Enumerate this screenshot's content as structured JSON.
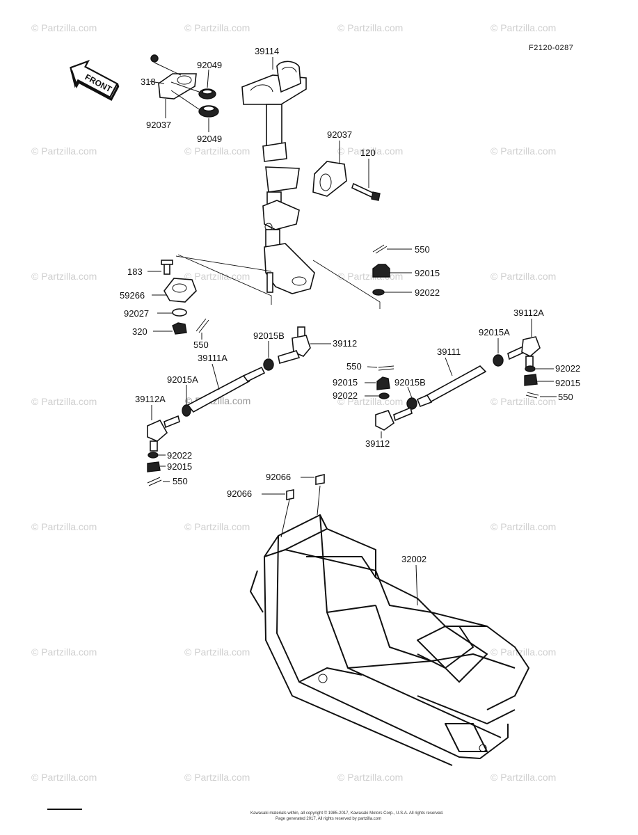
{
  "diagram_code": "F2120-0287",
  "front_label": "FRONT",
  "watermark": "© Partzilla.com",
  "watermark_inline": "© Partzilla.com",
  "parts": {
    "p39114": "39114",
    "p318": "318",
    "p92049a": "92049",
    "p92049b": "92049",
    "p92037a": "92037",
    "p92037b": "92037",
    "p120": "120",
    "p550a": "550",
    "p92015a": "92015",
    "p92022a": "92022",
    "p183": "183",
    "p59266": "59266",
    "p92027": "92027",
    "p320": "320",
    "p550b": "550",
    "p92015Ba": "92015B",
    "p39112a": "39112",
    "p39111A": "39111A",
    "p92015Aa": "92015A",
    "p39112Aa": "39112A",
    "p92022b": "92022",
    "p92015b": "92015",
    "p550c": "550",
    "p39112Ab": "39112A",
    "p92015Ab": "92015A",
    "p39111": "39111",
    "p92022c": "92022",
    "p92015c": "92015",
    "p550d": "550",
    "p550e": "550",
    "p92015d": "92015",
    "p92015Bb": "92015B",
    "p92022d": "92022",
    "p39112b": "39112",
    "p92066a": "92066",
    "p92066b": "92066",
    "p32002": "32002"
  },
  "footer": {
    "line1": "Kawasaki materials within, all copyright © 1985-2017, Kawasaki Motors Corp., U.S.A. All rights reserved.",
    "line2": "Page generated 2017, All rights reserved by partzilla.com"
  }
}
